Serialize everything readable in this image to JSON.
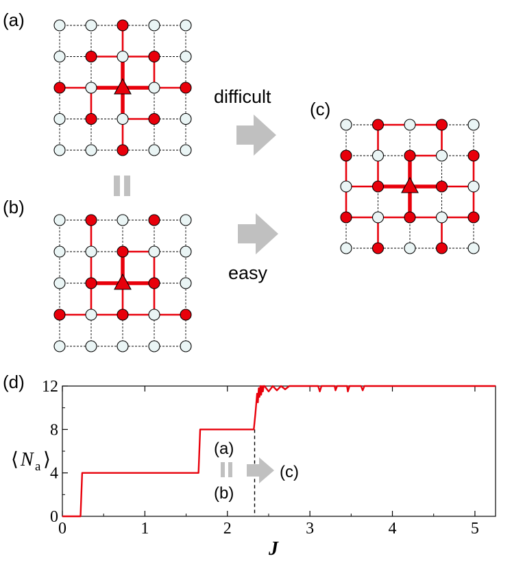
{
  "panels": {
    "a": "(a)",
    "b": "(b)",
    "c": "(c)",
    "d": "(d)"
  },
  "arrows": {
    "upper_label": "difficult",
    "lower_label": "easy"
  },
  "colors": {
    "occupied": "#e8000b",
    "empty": "#eaf5f5",
    "bond": "#e8000b",
    "arrow": "#c0c0c0",
    "grid": "#000000"
  },
  "lattices": {
    "a": {
      "occupied": [
        [
          2,
          0
        ],
        [
          1,
          1
        ],
        [
          3,
          1
        ],
        [
          0,
          2
        ],
        [
          4,
          2
        ],
        [
          1,
          3
        ],
        [
          3,
          3
        ],
        [
          2,
          4
        ]
      ],
      "triangle": [
        2,
        2
      ],
      "thick_bonds": [
        [
          [
            2,
            1
          ],
          [
            2,
            2
          ]
        ],
        [
          [
            2,
            2
          ],
          [
            2,
            3
          ]
        ],
        [
          [
            1,
            2
          ],
          [
            2,
            2
          ]
        ],
        [
          [
            2,
            2
          ],
          [
            3,
            2
          ]
        ]
      ],
      "thin_bonds": [
        [
          [
            1,
            1
          ],
          [
            2,
            1
          ]
        ],
        [
          [
            2,
            1
          ],
          [
            3,
            1
          ]
        ],
        [
          [
            0,
            2
          ],
          [
            1,
            2
          ]
        ],
        [
          [
            3,
            2
          ],
          [
            4,
            2
          ]
        ],
        [
          [
            2,
            3
          ],
          [
            3,
            3
          ]
        ],
        [
          [
            2,
            0
          ],
          [
            2,
            1
          ]
        ],
        [
          [
            1,
            2
          ],
          [
            1,
            3
          ]
        ],
        [
          [
            3,
            1
          ],
          [
            3,
            2
          ]
        ],
        [
          [
            2,
            3
          ],
          [
            2,
            4
          ]
        ]
      ]
    },
    "b": {
      "occupied": [
        [
          1,
          0
        ],
        [
          3,
          0
        ],
        [
          2,
          1
        ],
        [
          1,
          2
        ],
        [
          3,
          2
        ],
        [
          0,
          3
        ],
        [
          2,
          3
        ],
        [
          4,
          3
        ]
      ],
      "triangle": [
        2,
        2
      ],
      "thick_bonds": [
        [
          [
            2,
            1
          ],
          [
            2,
            2
          ]
        ],
        [
          [
            1,
            2
          ],
          [
            2,
            2
          ]
        ],
        [
          [
            2,
            2
          ],
          [
            3,
            2
          ]
        ]
      ],
      "thin_bonds": [
        [
          [
            2,
            1
          ],
          [
            3,
            1
          ]
        ],
        [
          [
            0,
            3
          ],
          [
            1,
            3
          ]
        ],
        [
          [
            1,
            3
          ],
          [
            2,
            3
          ]
        ],
        [
          [
            2,
            3
          ],
          [
            3,
            3
          ]
        ],
        [
          [
            3,
            3
          ],
          [
            4,
            3
          ]
        ],
        [
          [
            1,
            0
          ],
          [
            1,
            1
          ]
        ],
        [
          [
            1,
            1
          ],
          [
            1,
            2
          ]
        ],
        [
          [
            1,
            2
          ],
          [
            1,
            3
          ]
        ],
        [
          [
            3,
            1
          ],
          [
            3,
            2
          ]
        ],
        [
          [
            2,
            2
          ],
          [
            2,
            3
          ]
        ],
        [
          [
            3,
            2
          ],
          [
            3,
            3
          ]
        ]
      ]
    },
    "c": {
      "occupied": [
        [
          1,
          0
        ],
        [
          3,
          0
        ],
        [
          0,
          1
        ],
        [
          2,
          1
        ],
        [
          4,
          1
        ],
        [
          1,
          2
        ],
        [
          3,
          2
        ],
        [
          0,
          3
        ],
        [
          2,
          3
        ],
        [
          4,
          3
        ],
        [
          1,
          4
        ],
        [
          3,
          4
        ]
      ],
      "triangle": [
        2,
        2
      ],
      "thick_bonds": [
        [
          [
            2,
            1
          ],
          [
            2,
            2
          ]
        ],
        [
          [
            2,
            2
          ],
          [
            2,
            3
          ]
        ],
        [
          [
            1,
            2
          ],
          [
            2,
            2
          ]
        ],
        [
          [
            2,
            2
          ],
          [
            3,
            2
          ]
        ]
      ],
      "thin_bonds": [
        [
          [
            1,
            0
          ],
          [
            2,
            0
          ]
        ],
        [
          [
            2,
            0
          ],
          [
            3,
            0
          ]
        ],
        [
          [
            0,
            2
          ],
          [
            1,
            2
          ]
        ],
        [
          [
            3,
            2
          ],
          [
            4,
            2
          ]
        ],
        [
          [
            0,
            3
          ],
          [
            1,
            3
          ]
        ],
        [
          [
            1,
            3
          ],
          [
            2,
            3
          ]
        ],
        [
          [
            2,
            3
          ],
          [
            3,
            3
          ]
        ],
        [
          [
            3,
            3
          ],
          [
            4,
            3
          ]
        ],
        [
          [
            0,
            1
          ],
          [
            0,
            2
          ]
        ],
        [
          [
            0,
            2
          ],
          [
            0,
            3
          ]
        ],
        [
          [
            1,
            3
          ],
          [
            1,
            4
          ]
        ],
        [
          [
            2,
            1
          ],
          [
            3,
            1
          ]
        ],
        [
          [
            3,
            0
          ],
          [
            3,
            1
          ]
        ],
        [
          [
            4,
            1
          ],
          [
            4,
            2
          ]
        ],
        [
          [
            4,
            2
          ],
          [
            4,
            3
          ]
        ],
        [
          [
            3,
            3
          ],
          [
            3,
            4
          ]
        ],
        [
          [
            1,
            0
          ],
          [
            1,
            1
          ]
        ],
        [
          [
            1,
            1
          ],
          [
            1,
            2
          ]
        ]
      ]
    }
  },
  "inset_flow": {
    "top": "(a)",
    "bottom": "(b)",
    "target": "(c)"
  },
  "chart_data": {
    "type": "line",
    "xlabel": "J",
    "ylabel_main": "N",
    "ylabel_sub": "a",
    "xlim": [
      0,
      5.25
    ],
    "ylim": [
      0,
      12
    ],
    "xticks": [
      0,
      1,
      2,
      3,
      4,
      5
    ],
    "yticks": [
      0,
      4,
      8,
      12
    ],
    "transition_marker_x": 2.33,
    "series": [
      {
        "x": [
          0,
          0.22,
          0.24,
          1.65,
          1.67,
          2.32,
          2.34,
          2.36,
          2.37,
          2.38,
          2.39,
          2.4,
          2.41,
          2.42,
          2.43,
          2.44,
          2.45,
          2.5,
          2.55,
          2.6,
          2.65,
          2.7,
          2.75,
          2.8,
          3.1,
          3.12,
          3.14,
          3.3,
          3.31,
          3.33,
          3.45,
          3.46,
          3.48,
          3.62,
          3.64,
          3.66,
          5.25
        ],
        "y": [
          0,
          0,
          4,
          4,
          8,
          8,
          9.5,
          11.3,
          10.5,
          11.8,
          11,
          12,
          11.2,
          12,
          11.5,
          12,
          12,
          11.5,
          12,
          11.6,
          12,
          11.7,
          12,
          12,
          12,
          11.5,
          12,
          12,
          11.6,
          12,
          12,
          11.5,
          12,
          12,
          11.6,
          12,
          12
        ]
      }
    ]
  }
}
